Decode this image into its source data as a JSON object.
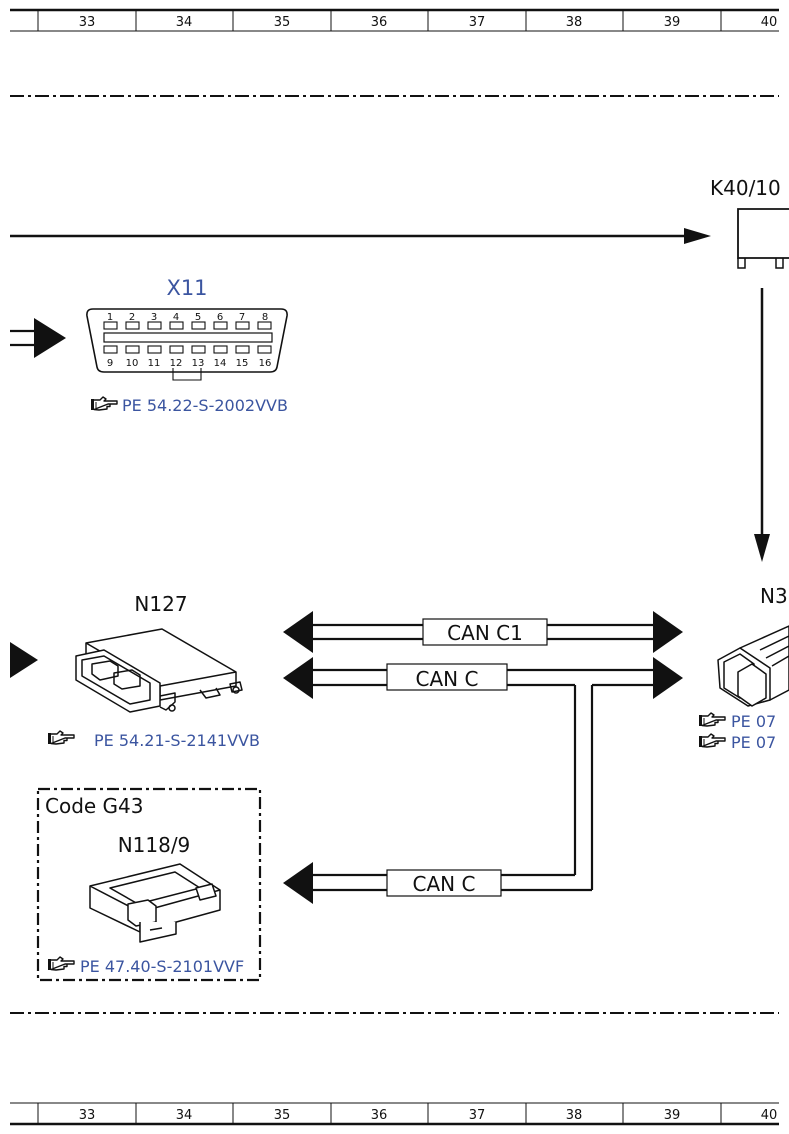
{
  "ruler": {
    "numbers": [
      "33",
      "34",
      "35",
      "36",
      "37",
      "38",
      "39",
      "40"
    ]
  },
  "components": {
    "k40": {
      "code": "K40/10"
    },
    "x11": {
      "code": "X11",
      "pins_top": [
        "1",
        "2",
        "3",
        "4",
        "5",
        "6",
        "7",
        "8"
      ],
      "pins_bottom": [
        "9",
        "10",
        "11",
        "12",
        "13",
        "14",
        "15",
        "16"
      ],
      "reference": "PE 54.22-S-2002VVB"
    },
    "n127": {
      "code": "N127",
      "reference": "PE 54.21-S-2141VVB"
    },
    "n3": {
      "code": "N3",
      "references": [
        "PE 07",
        "PE 07"
      ]
    },
    "n118": {
      "option_code": "Code G43",
      "code": "N118/9",
      "reference": "PE 47.40-S-2101VVF"
    }
  },
  "buses": {
    "can_c1": "CAN C1",
    "can_c_top": "CAN C",
    "can_c_bottom": "CAN C"
  },
  "icons": [
    "pointing-hand-icon"
  ],
  "colors": {
    "line": "#111111",
    "reference_text": "#3b55a0",
    "background": "#ffffff"
  }
}
